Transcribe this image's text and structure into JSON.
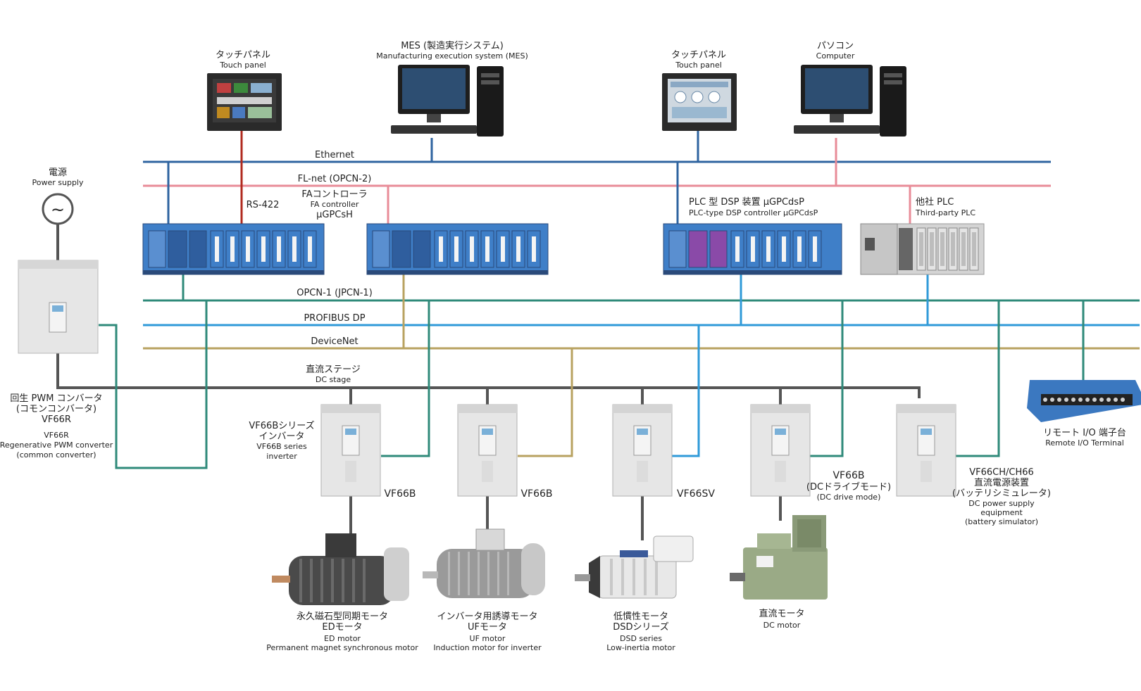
{
  "colors": {
    "ethernet": "#2f64a0",
    "flnet": "#e88c98",
    "opcn1": "#2f8a7a",
    "profibus": "#2f9ad8",
    "devicenet": "#b8a260",
    "dcstage": "#555555",
    "rs422": "#b02a1e",
    "device_blue": "#3f7fc8",
    "device_purple": "#8a4aa8",
    "inverter_body": "#e6e6e6"
  },
  "buses": {
    "ethernet": "Ethernet",
    "flnet": "FL-net (OPCN-2)",
    "rs422": "RS-422",
    "opcn1": "OPCN-1 (JPCN-1)",
    "profibus": "PROFIBUS DP",
    "devicenet": "DeviceNet",
    "dc_stage_jp": "直流ステージ",
    "dc_stage_en": "DC stage"
  },
  "devices": {
    "touch1": {
      "jp": "タッチパネル",
      "en": "Touch panel"
    },
    "mes": {
      "jp": "MES (製造実行システム)",
      "en": "Manufacturing execution system (MES)"
    },
    "touch2": {
      "jp": "タッチパネル",
      "en": "Touch panel"
    },
    "pc": {
      "jp": "パソコン",
      "en": "Computer"
    },
    "power": {
      "jp": "電源",
      "en": "Power supply",
      "symbol": "~"
    },
    "fa": {
      "jp": "FAコントローラ",
      "en": "FA controller",
      "model": "μGPCsH"
    },
    "plc_dsp": {
      "jp": "PLC 型 DSP 装置 μGPCdsP",
      "en": "PLC-type DSP controller μGPCdsP"
    },
    "third_plc": {
      "jp": "他社 PLC",
      "en": "Third-party PLC"
    },
    "converter": {
      "jp1": "回生 PWM コンバータ",
      "jp2": "(コモンコンバータ)",
      "jp3": "VF66R",
      "en1": "VF66R",
      "en2": "Regenerative PWM converter",
      "en3": "(common converter)"
    },
    "remote_io": {
      "jp": "リモート I/O 端子台",
      "en": "Remote I/O Terminal"
    }
  },
  "inverters": [
    {
      "model": "VF66B",
      "jp1": "VF66Bシリーズ",
      "jp2": "インバータ",
      "en1": "VF66B series",
      "en2": "inverter"
    },
    {
      "model": "VF66B"
    },
    {
      "model": "VF66SV"
    },
    {
      "model": "VF66B",
      "jp": "(DCドライブモード)",
      "en": "(DC drive mode)"
    },
    {
      "model": "VF66CH/CH66",
      "jp1": "直流電源装置",
      "jp2": "(バッテリシミュレータ)",
      "en1": "DC power supply",
      "en2": "equipment",
      "en3": "(battery simulator)"
    }
  ],
  "motors": [
    {
      "jp1": "永久磁石型同期モータ",
      "jp2": "EDモータ",
      "en1": "ED motor",
      "en2": "Permanent magnet synchronous motor"
    },
    {
      "jp1": "インバータ用誘導モータ",
      "jp2": "UFモータ",
      "en1": "UF motor",
      "en2": "Induction motor for inverter"
    },
    {
      "jp1": "低慣性モータ",
      "jp2": "DSDシリーズ",
      "en1": "DSD series",
      "en2": "Low-inertia motor"
    },
    {
      "jp1": "直流モータ",
      "en1": "DC motor"
    }
  ]
}
